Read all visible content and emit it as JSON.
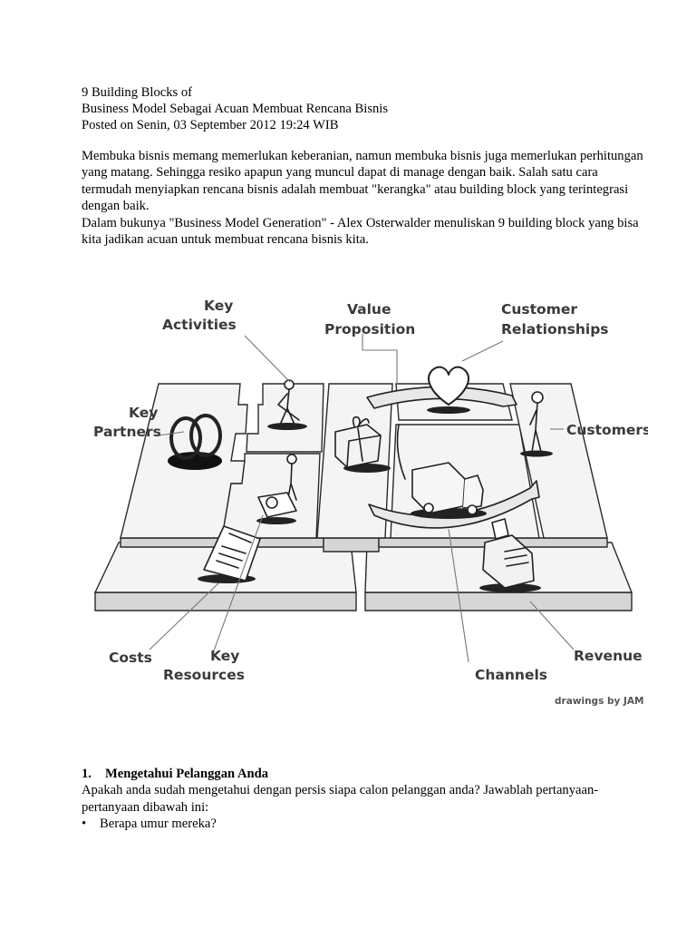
{
  "header": {
    "line1": "9 Building Blocks of",
    "line2": "Business Model Sebagai Acuan Membuat Rencana Bisnis",
    "line3": "Posted on Senin, 03 September 2012 19:24 WIB"
  },
  "intro": {
    "paragraph1": "Membuka bisnis memang memerlukan keberanian, namun membuka bisnis juga memerlukan perhitungan yang matang. Sehingga resiko apapun yang muncul dapat di manage dengan baik. Salah satu cara termudah menyiapkan rencana bisnis adalah membuat  \"kerangka\" atau building block yang terintegrasi dengan baik.",
    "paragraph2": "Dalam bukunya \"Business Model Generation\" - Alex Osterwalder menuliskan 9 building block yang bisa kita jadikan acuan untuk membuat rencana bisnis kita."
  },
  "figure": {
    "labels": {
      "key_activities_1": "Key",
      "key_activities_2": "Activities",
      "value_proposition_1": "Value",
      "value_proposition_2": "Proposition",
      "customer_relationships_1": "Customer",
      "customer_relationships_2": "Relationships",
      "key_partners_1": "Key",
      "key_partners_2": "Partners",
      "customers": "Customers",
      "costs": "Costs",
      "key_resources_1": "Key",
      "key_resources_2": "Resources",
      "channels": "Channels",
      "revenue": "Revenue"
    },
    "credit": "drawings by JAM",
    "icons": [
      "rings-icon",
      "person-digging-icon",
      "person-machine-icon",
      "gift-box-icon",
      "heart-icon",
      "person-standing-icon",
      "truck-icon",
      "cash-register-icon",
      "receipt-icon"
    ]
  },
  "section1": {
    "number": "1.",
    "title": "Mengetahui Pelanggan Anda",
    "body": "Apakah anda sudah mengetahui dengan persis siapa calon pelanggan anda? Jawablah pertanyaan-pertanyaan dibawah ini:",
    "bullets": [
      {
        "marker": "•",
        "text": "Berapa umur mereka?"
      }
    ]
  }
}
